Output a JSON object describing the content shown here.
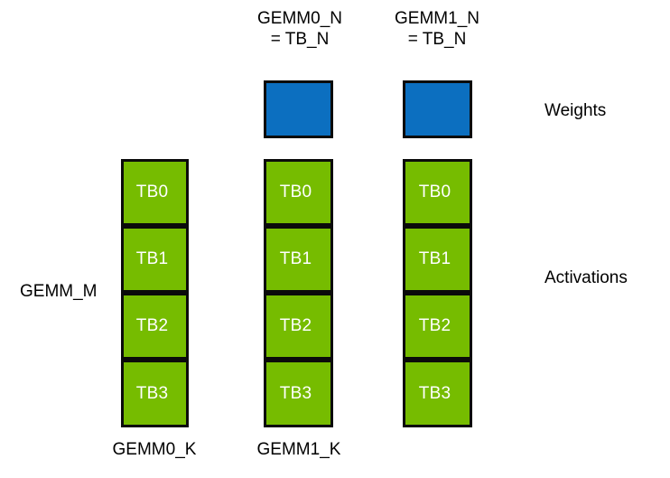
{
  "diagram": {
    "title_labels": {
      "gemm0_n": "GEMM0_N\n= TB_N",
      "gemm1_n": "GEMM1_N\n= TB_N"
    },
    "side_labels": {
      "weights": "Weights",
      "activations": "Activations",
      "gemm_m": "GEMM_M"
    },
    "bottom_labels": {
      "gemm0_k": "GEMM0_K",
      "gemm1_k": "GEMM1_K"
    },
    "colors": {
      "weight_fill": "#0C6FC0",
      "activation_fill": "#76BC00",
      "border": "#0B0B0B",
      "text_on_block": "#FFFFFF",
      "text": "#000000",
      "background": "#FFFFFF"
    },
    "weight_blocks": [
      {
        "id": "gemm0-weights",
        "label": ""
      },
      {
        "id": "gemm1-weights",
        "label": ""
      }
    ],
    "activation_columns": [
      {
        "id": "left-activation-column",
        "cells": [
          {
            "label": "TB0"
          },
          {
            "label": "TB1"
          },
          {
            "label": "TB2"
          },
          {
            "label": "TB3"
          }
        ]
      },
      {
        "id": "gemm0-activation-column",
        "cells": [
          {
            "label": "TB0"
          },
          {
            "label": "TB1"
          },
          {
            "label": "TB2"
          },
          {
            "label": "TB3"
          }
        ]
      },
      {
        "id": "gemm1-activation-column",
        "cells": [
          {
            "label": "TB0"
          },
          {
            "label": "TB1"
          },
          {
            "label": "TB2"
          },
          {
            "label": "TB3"
          }
        ]
      }
    ]
  }
}
